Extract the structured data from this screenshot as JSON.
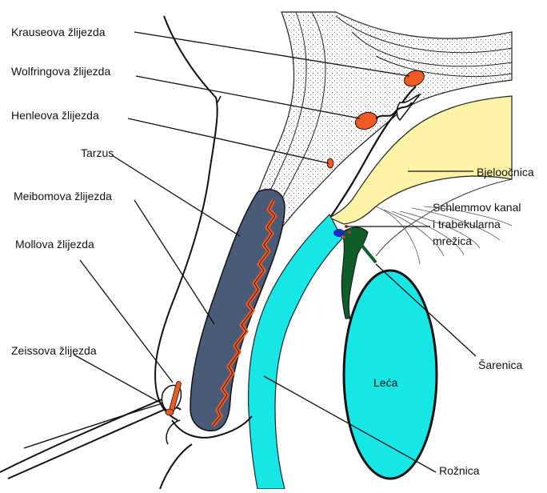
{
  "labels": {
    "krause": "Krauseova žlijezda",
    "wolfring": "Wolfringova žlijezda",
    "henle": "Henleova žlijezda",
    "tarzus": "Tarzus",
    "meibom": "Meibomova žlijezda",
    "moll": "Mollova žlijezda",
    "zeis": "Zeissova žlijezda",
    "sclera": "Bjeloočnica",
    "schlemm_1": "Schlemmov kanal",
    "schlemm_2": "i trabekularna",
    "schlemm_3": "mrežica",
    "iris": "Šarenica",
    "lens": "Leća",
    "cornea": "Rožnica"
  },
  "colors": {
    "gland": "#f15a22",
    "tarsus": "#4a5b78",
    "sclera": "#fff3a8",
    "cornea": "#17e6e6",
    "iris": "#0f5e2a",
    "schlemm": "#1a2fbf"
  }
}
